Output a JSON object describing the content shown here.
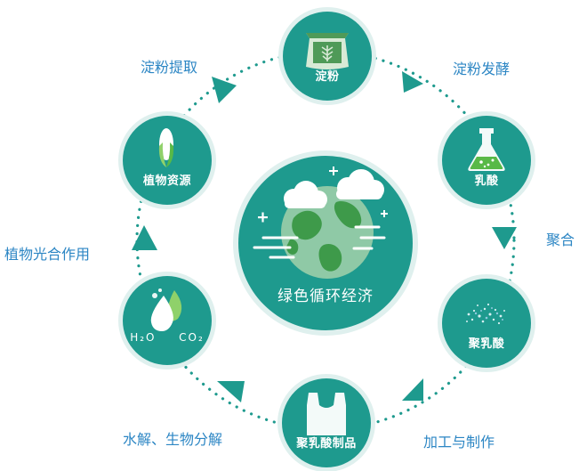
{
  "center": {
    "label": "绿色循环经济",
    "icon": "earth-with-clouds-icon"
  },
  "nodes": [
    {
      "id": "starch",
      "label": "淀粉",
      "icon": "grain-sack-icon"
    },
    {
      "id": "lactic",
      "label": "乳酸",
      "icon": "flask-icon"
    },
    {
      "id": "pla",
      "label": "聚乳酸",
      "icon": "particles-icon"
    },
    {
      "id": "products",
      "label": "聚乳酸制品",
      "icon": "plastic-bag-icon"
    },
    {
      "id": "h2o-co2",
      "label_h2o": "H₂O",
      "label_co2": "CO₂",
      "icon": "water-drop-icon"
    },
    {
      "id": "plants",
      "label": "植物资源",
      "icon": "corn-icon"
    }
  ],
  "steps": {
    "starch_extraction": "淀粉提取",
    "starch_fermentation": "淀粉发酵",
    "polymerization": "聚合",
    "processing": "加工与制作",
    "hydrolysis": "水解、生物分解",
    "photosynthesis": "植物光合作用"
  },
  "colors": {
    "teal": "#1e9a8e",
    "halo": "#dff0ee",
    "step_text": "#2c86c4",
    "leaf_green": "#58b947"
  }
}
